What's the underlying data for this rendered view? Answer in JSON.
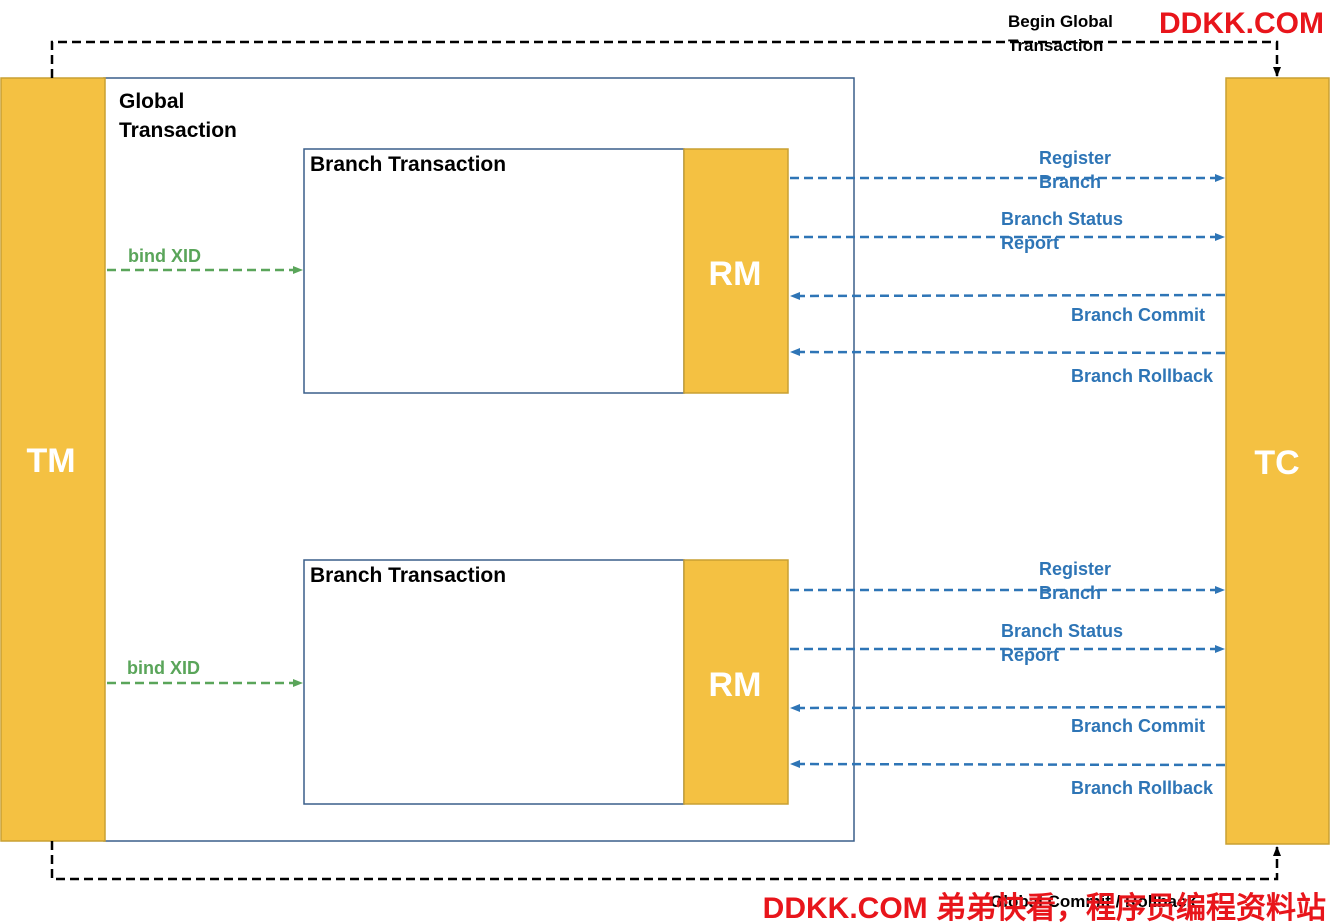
{
  "components": {
    "tm": "TM",
    "tc": "TC",
    "global_transaction": [
      "Global",
      "Transaction"
    ],
    "branch_title": "Branch Transaction",
    "rm": "RM"
  },
  "flows": {
    "begin_global": [
      "Begin Global",
      "Transaction"
    ],
    "global_commit_rollback": "Global Commit / Rollback",
    "bind_xid": "bind XID",
    "register_branch": [
      "Register",
      "Branch"
    ],
    "branch_status_report": [
      "Branch Status",
      "Report"
    ],
    "branch_commit": "Branch Commit",
    "branch_rollback": "Branch Rollback"
  },
  "watermark": {
    "top": "DDKK.COM",
    "bottom": "DDKK.COM 弟弟快看，程序员编程资料站"
  },
  "colors": {
    "component_fill": "#f4c142",
    "component_border": "#c9a032",
    "container_border": "#3a5f8a",
    "flow_blue": "#2e75b6",
    "flow_green": "#5aa55a",
    "flow_black": "#000000",
    "watermark": "#e8151b"
  }
}
